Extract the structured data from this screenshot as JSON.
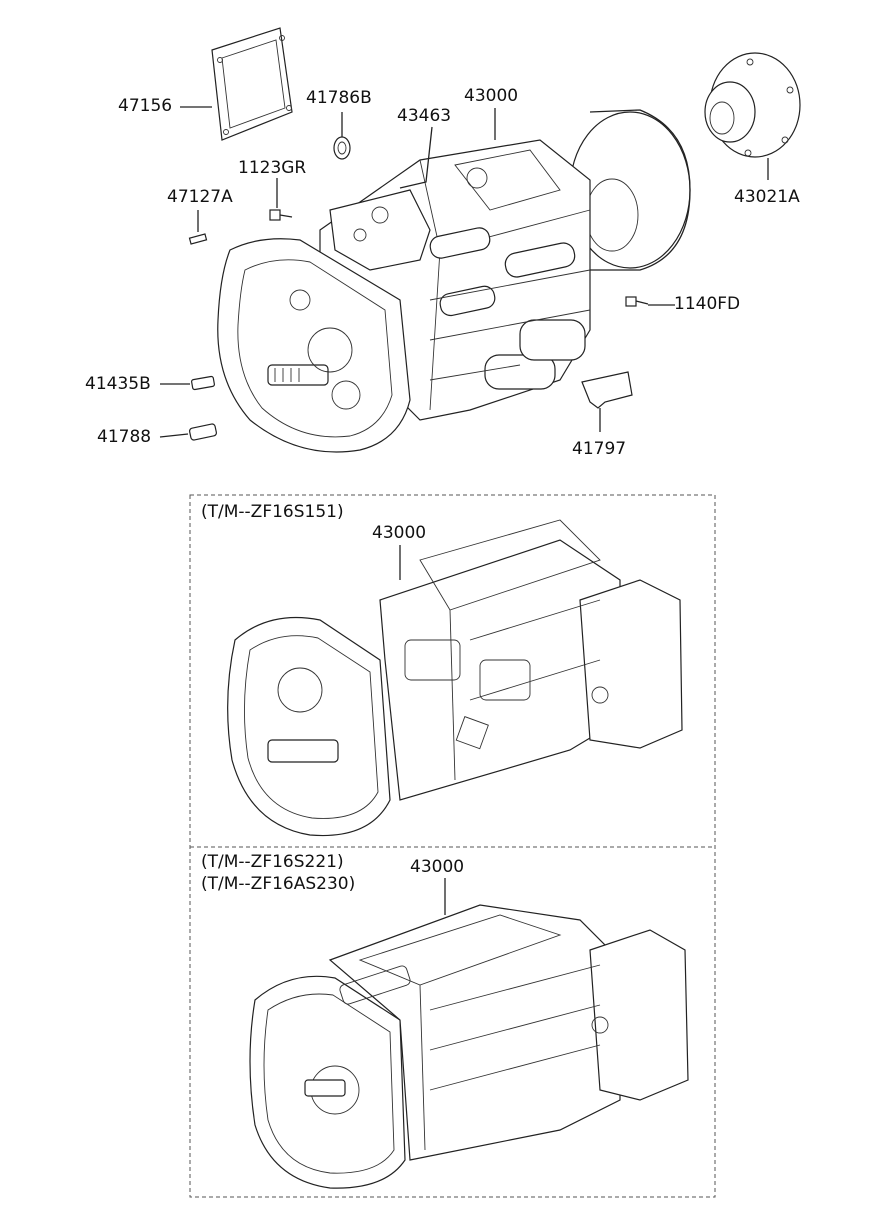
{
  "diagram": {
    "part_labels": {
      "p47156": "47156",
      "p41786b": "41786B",
      "p43463": "43463",
      "p43000_top": "43000",
      "p1123gr": "1123GR",
      "p47127a": "47127A",
      "p43021a": "43021A",
      "p1140fd": "1140FD",
      "p41435b": "41435B",
      "p41788": "41788",
      "p41797": "41797",
      "p43000_mid": "43000",
      "p43000_bot": "43000"
    },
    "variants": {
      "mid_caption": "(T/M--ZF16S151)",
      "bot_caption_1": "(T/M--ZF16S221)",
      "bot_caption_2": "(T/M--ZF16AS230)"
    }
  }
}
